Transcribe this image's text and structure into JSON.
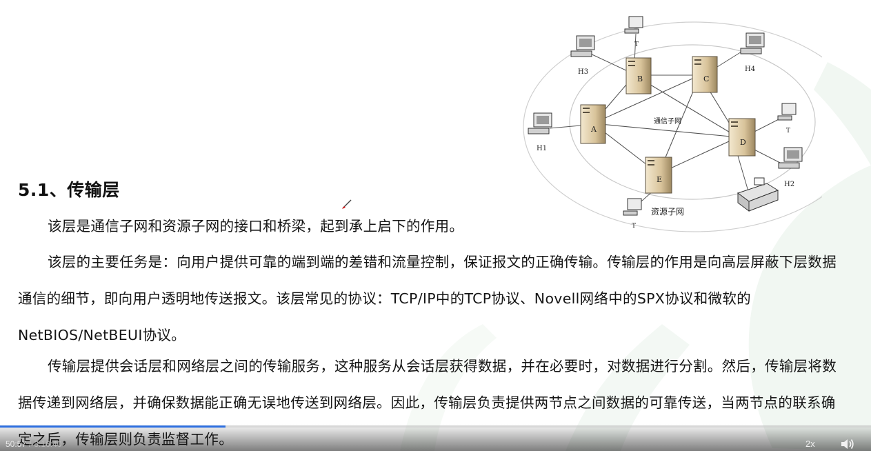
{
  "slide": {
    "heading": "5.1、传输层",
    "paragraphs": [
      "该层是通信子网和资源子网的接口和桥梁，起到承上启下的作用。",
      "该层的主要任务是：向用户提供可靠的端到端的差错和流量控制，保证报文的正确传输。传输层的作用是向高层屏蔽下层数据通信的细节，即向用户透明地传送报文。该层常见的协议：TCP/IP中的TCP协议、Novell网络中的SPX协议和微软的NetBIOS/NetBEUI协议。",
      "传输层提供会话层和网络层之间的传输服务，这种服务从会话层获得数据，并在必要时，对数据进行分割。然后，传输层将数据传递到网络层，并确保数据能正确无误地传送到网络层。因此，传输层负责提供两节点之间数据的可靠传送，当两节点的联系确定之后，传输层则负责监督工作。"
    ]
  },
  "diagram": {
    "inner_label": "通信子网",
    "outer_label": "资源子网",
    "nodes": [
      "A",
      "B",
      "C",
      "D",
      "E"
    ],
    "hosts": [
      "H1",
      "H2",
      "H3",
      "H4"
    ],
    "terminal_label": "T"
  },
  "player": {
    "current_time": "50:57",
    "separator": "/",
    "total_time": "3:16:40",
    "progress_fraction": 0.259,
    "speed": "2x"
  },
  "colors": {
    "progress": "#2d6fe0",
    "decor_green": "#eef5ef"
  }
}
